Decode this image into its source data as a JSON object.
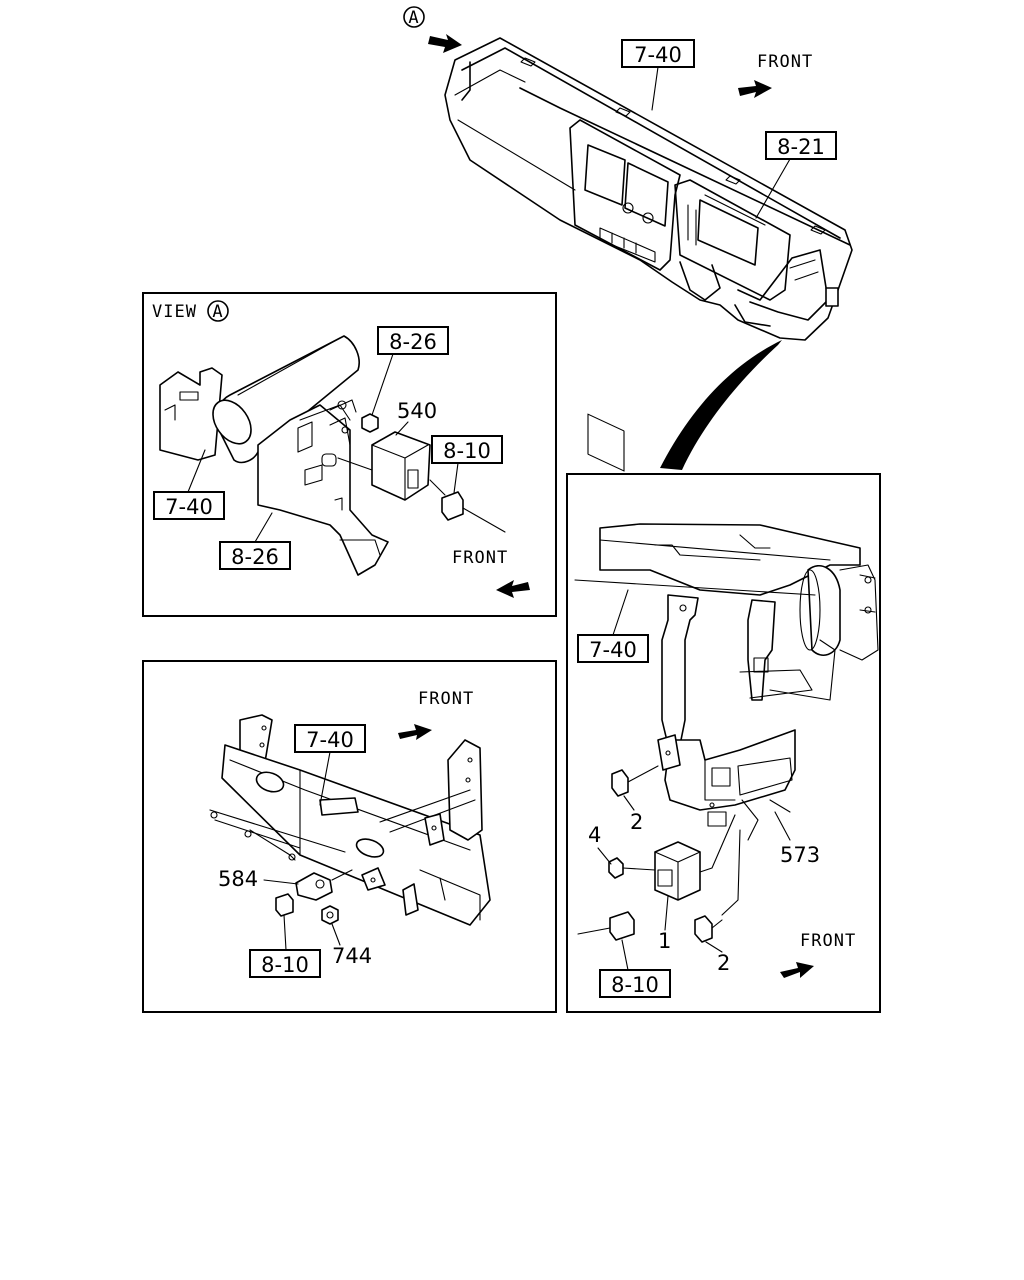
{
  "top": {
    "view_marker": "A",
    "ref_dash": "7-40",
    "ref_cluster": "8-21",
    "front": "FRONT"
  },
  "view_a": {
    "title": "VIEW",
    "marker": "A",
    "ref_top": "8-26",
    "part_540": "540",
    "ref_conn": "8-10",
    "ref_frame": "7-40",
    "ref_bracket": "8-26",
    "front": "FRONT"
  },
  "lower_left": {
    "front": "FRONT",
    "ref_frame": "7-40",
    "part_584": "584",
    "part_744": "744",
    "ref_conn": "8-10"
  },
  "right": {
    "ref_frame": "7-40",
    "part_2a": "2",
    "part_573": "573",
    "part_4": "4",
    "part_1": "1",
    "part_2b": "2",
    "ref_conn": "8-10",
    "front": "FRONT"
  }
}
